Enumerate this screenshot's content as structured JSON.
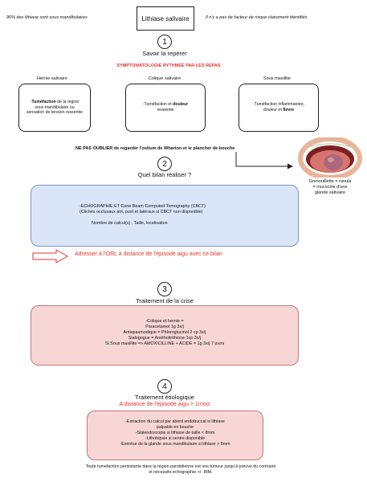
{
  "header": {
    "left_note": "90% des lithiase sont sous mandibulaires",
    "title": "Lithiase salivaire",
    "right_note": "Il n'y a pas de facteur de risque clairement identifiés"
  },
  "step1": {
    "number": "1",
    "title": "Savoir la repérer",
    "subtitle": "SYMPTOMATOLOGIE RYTHMEE PAR LES REPAS",
    "columns": [
      {
        "heading": "Hernie salivaire",
        "lines": [
          [
            "-",
            "Tuméfaction",
            " de la région"
          ],
          [
            "sous mandibulaire ou"
          ],
          [
            "sensation de tension ressentie"
          ]
        ]
      },
      {
        "heading": "Colique salivaire",
        "lines": [
          [
            "-Tuméfaction et ",
            "douleur",
            ""
          ],
          [
            "ressentie"
          ]
        ]
      },
      {
        "heading": "Sous maxillite",
        "lines": [
          [
            "-Tuméfaction inflammatoire,"
          ],
          [
            "douleur et ",
            "fièvre",
            ""
          ]
        ]
      }
    ],
    "reminder": "NE PAS OUBLIER  de regarder l'ostium de Wharton et le plancher de bouche"
  },
  "photo_caption": [
    "Grenouillette = ranula",
    "= mucocèle d'une",
    "glande salivaire"
  ],
  "step2": {
    "number": "2",
    "title": "Quel bilan réaliser ?",
    "lines": [
      "-ECHOGRAPHIE ET Cone Beam Computed Tomography (CBCT)",
      "(Clichés occlusaux ant, post et latéraux si CBCT non disponible)",
      "",
      "Nombre de calcul(s) , Taille, localisation"
    ],
    "referral": "Adresser à l'ORL à distance de l'épisode aigu avec ce bilan"
  },
  "step3": {
    "number": "3",
    "title": "Traitement de la crise",
    "lines": [
      "-Colique et hernie =",
      "Paracetamol 1g 3x/j",
      "Antispasmodique = Phloroglucinol 2 cp 3x/j",
      "Sialogogue = Anétholtrithione 1cp 3x/j",
      "Si Sous maxillite => AMOXICILLINE + ACIDE  = 1g 3x/j 7 jours"
    ]
  },
  "step4": {
    "number": "4",
    "title": "Traitement étiologique",
    "subtitle": "A distance de l'épisode aigu > 1mois",
    "lines": [
      "-Extraction du calcul par abord endobuccal si lithiase",
      "palpable en bouche",
      "-Sialendoscopie si lithiase de taille < 8mm",
      "-Lithotripsie si centre disponible",
      "-Exérèse de la glande sous mandibulaire  si lithiase > 8mm"
    ]
  },
  "footer": [
    "Toute tumefaction persistante dans la région parotidienne est une tumeur jusqu'à preuve du contraire",
    "et nécessite echographie +/- IRM."
  ],
  "colors": {
    "red": "#e8322a",
    "blue_box_fill": "#dae6f7",
    "blue_box_border": "#7d93c8",
    "pink_box_fill": "#f7d6d5",
    "pink_box_border": "#c27a7a"
  }
}
